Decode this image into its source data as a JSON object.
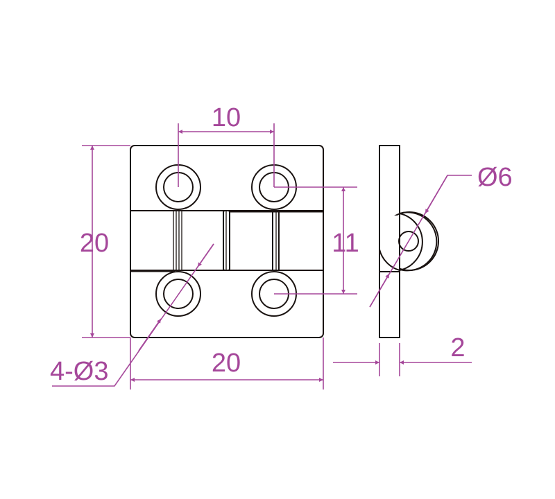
{
  "title": "Hinge dimension drawing",
  "colors": {
    "dimension": "#a5479a",
    "outline": "#1a1311"
  },
  "dimensions": {
    "hole_spacing_horizontal": "10",
    "plate_height": "20",
    "hole_spacing_vertical": "11",
    "plate_width": "20",
    "holes": "4-Ø3",
    "knuckle_diameter": "Ø6",
    "thickness": "2"
  }
}
